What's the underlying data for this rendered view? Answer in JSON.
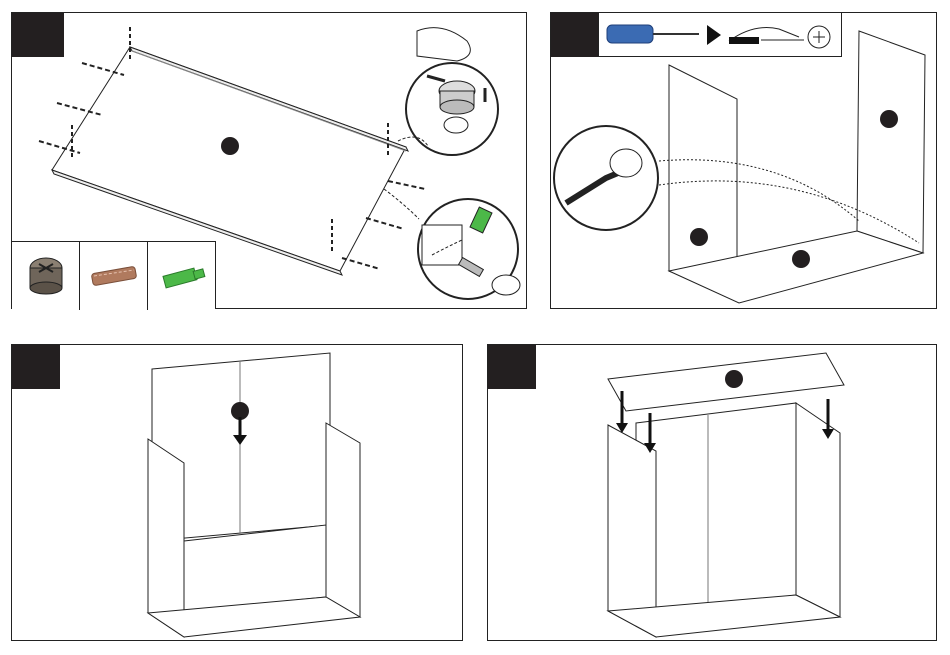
{
  "panels": [
    {
      "id": "step-1",
      "hardware_legend": [
        "cam-lock-nut",
        "wood-dowel",
        "glue-tube"
      ]
    },
    {
      "id": "step-2",
      "tools": [
        "screwdriver-icon",
        "tighten-clockwise-icon"
      ]
    },
    {
      "id": "step-3"
    },
    {
      "id": "step-4"
    }
  ],
  "colors": {
    "ink": "#231f20",
    "outline": "#222222",
    "screwdriver_blue": "#3b6bb3",
    "glue_green": "#4cb848",
    "dowel": "#b07a5e"
  }
}
